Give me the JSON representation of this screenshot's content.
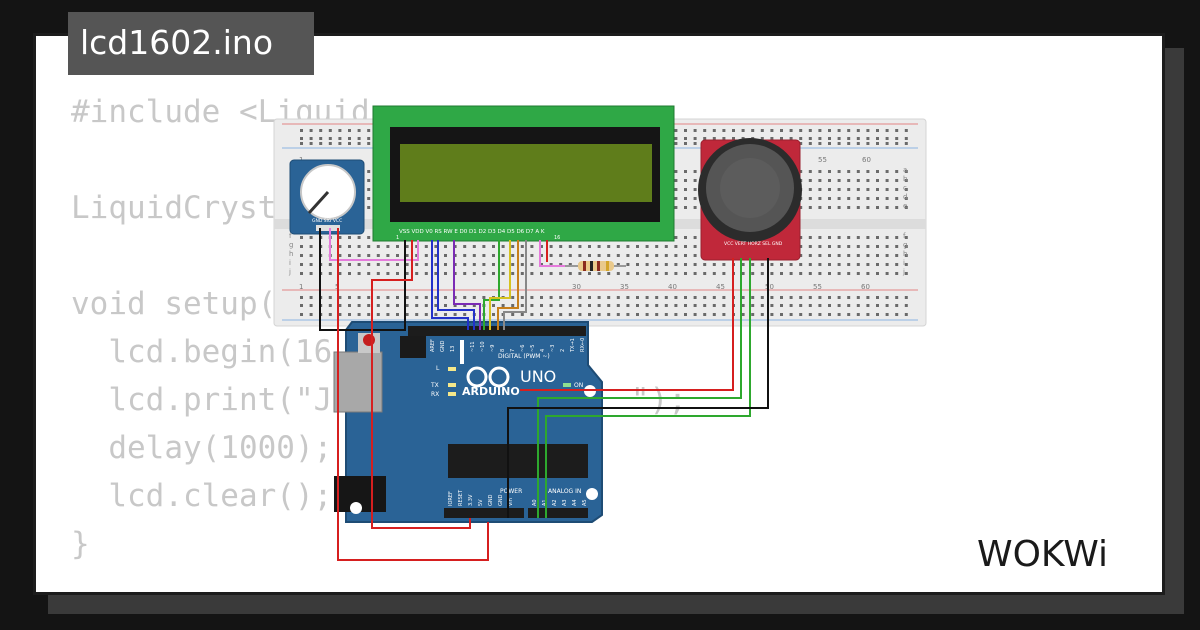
{
  "title": "lcd1602.ino",
  "code_lines": [
    "#include <Liquid",
    "",
    "LiquidCryst",
    "",
    "void setup()",
    "  lcd.begin(16",
    "  lcd.print(\"J                \");",
    "  delay(1000);",
    "  lcd.clear();",
    "}"
  ],
  "brand": "WOKWi",
  "lcd": {
    "pins": "VSS VDD V0 RS RW E D0 D1 D2 D3 D4 D5 D6 D7 A K",
    "pin_start": "1",
    "pin_end": "16"
  },
  "arduino": {
    "brand": "ARDUINO",
    "model": "UNO",
    "digital_label": "DIGITAL (PWM ~)",
    "analog_label": "ANALOG IN",
    "power_label": "POWER",
    "on_label": "ON",
    "tx_label": "TX",
    "rx_label": "RX",
    "l_label": "L",
    "top_header_labels": [
      "AREF",
      "GND",
      "13",
      "12",
      "~11",
      "~10",
      "~9",
      "8",
      "7",
      "~6",
      "~5",
      "4",
      "~3",
      "2",
      "TX→1",
      "RX←0"
    ],
    "power_header_labels": [
      "IOREF",
      "RESET",
      "3.3V",
      "5V",
      "GND",
      "GND",
      "Vin"
    ],
    "analog_header_labels": [
      "A0",
      "A1",
      "A2",
      "A3",
      "A4",
      "A5"
    ]
  },
  "breadboard": {
    "column_numbers": [
      "1",
      "5",
      "10",
      "15",
      "20",
      "25",
      "30",
      "35",
      "40",
      "45",
      "50",
      "55",
      "60"
    ],
    "row_letters_top": [
      "a",
      "b",
      "c",
      "d",
      "e"
    ],
    "row_letters_bottom": [
      "f",
      "g",
      "h",
      "i",
      "j"
    ]
  },
  "potentiometer": {
    "pins": "GND SIG VCC"
  },
  "joystick": {
    "pins": "VCC VERT HORZ SEL GND"
  },
  "colors": {
    "background": "#141414",
    "card": "#ffffff",
    "code_text": "#c8c8c8",
    "title_tab": "#555555",
    "lcd_pcb": "#2fa846",
    "lcd_screen": "#5f7d1b",
    "arduino": "#2a6396",
    "joystick_pcb": "#c0283a",
    "pot_pcb": "#2a6396",
    "breadboard": "#ececec"
  }
}
